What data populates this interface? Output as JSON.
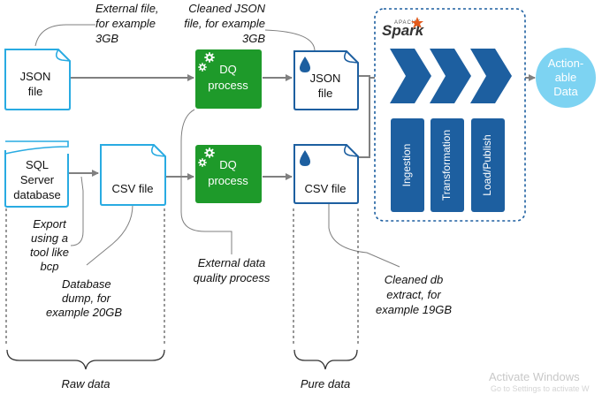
{
  "nodes": {
    "json_file": [
      "JSON",
      "file"
    ],
    "sql_server": [
      "SQL",
      "Server",
      "database"
    ],
    "csv_file": "CSV file",
    "dq_process_1": [
      "DQ",
      "process"
    ],
    "dq_process_2": [
      "DQ",
      "process"
    ],
    "pure_json": [
      "JSON",
      "file"
    ],
    "pure_csv": "CSV file",
    "spark_logo": "Spark",
    "spark_logo_small": "APACHE",
    "stages": [
      "Ingestion",
      "Transformation",
      "Load/Publish"
    ],
    "actionable_data": [
      "Action-",
      "able",
      "Data"
    ]
  },
  "annotations": {
    "external_file": [
      "External file,",
      "for example",
      "3GB"
    ],
    "cleaned_json": [
      "Cleaned JSON",
      "file, for example",
      "3GB"
    ],
    "export_tool": [
      "Export",
      "using a",
      "tool like",
      "bcp"
    ],
    "db_dump": [
      "Database",
      "dump, for",
      "example 20GB"
    ],
    "external_dq": [
      "External data",
      "quality process"
    ],
    "cleaned_db": [
      "Cleaned db",
      "extract, for",
      "example 19GB"
    ]
  },
  "groups": {
    "raw_data": "Raw data",
    "pure_data": "Pure data"
  },
  "watermark": {
    "line1": "Activate Windows",
    "line2": "Go to Settings to activate W"
  },
  "colors": {
    "light_blue": "#29abe2",
    "dark_blue": "#1d5fa0",
    "dq_green": "#1e9a2a",
    "actionable": "#7dd3f2",
    "arrow": "#7f7f7f"
  }
}
